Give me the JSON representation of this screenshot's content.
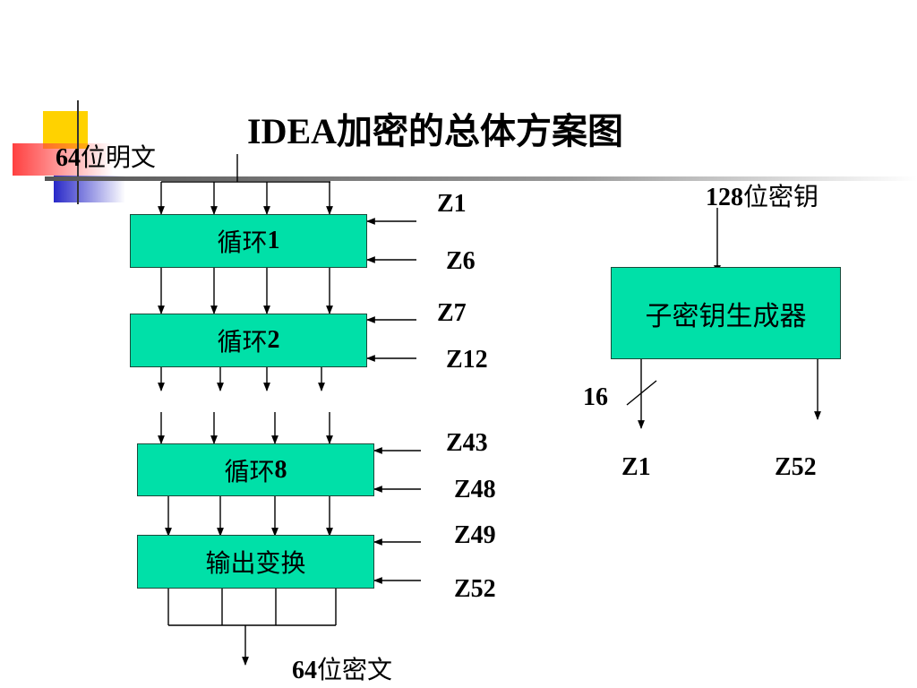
{
  "title": "IDEA加密的总体方案图",
  "plaintext": {
    "num": "64",
    "text": "位明文"
  },
  "ciphertext": {
    "num": "64",
    "text": "位密文"
  },
  "key": {
    "num": "128",
    "text": "位密钥"
  },
  "rounds": [
    {
      "label": "循环",
      "num": "1",
      "keys": [
        "Z1",
        "Z6"
      ]
    },
    {
      "label": "循环",
      "num": "2",
      "keys": [
        "Z7",
        "Z12"
      ]
    },
    {
      "label": "循环",
      "num": "8",
      "keys": [
        "Z43",
        "Z48"
      ]
    }
  ],
  "output_transform": {
    "label": "输出变换",
    "keys": [
      "Z49",
      "Z52"
    ]
  },
  "subkey_generator": {
    "label": "子密钥生成器",
    "width_label": "16",
    "outputs": [
      "Z1",
      "Z52"
    ]
  },
  "colors": {
    "box_fill": "#00e0a8",
    "box_border": "#1a4a3a",
    "accent_yellow": "#ffd200",
    "accent_red": "#ff4040",
    "accent_blue": "#2828c8"
  }
}
